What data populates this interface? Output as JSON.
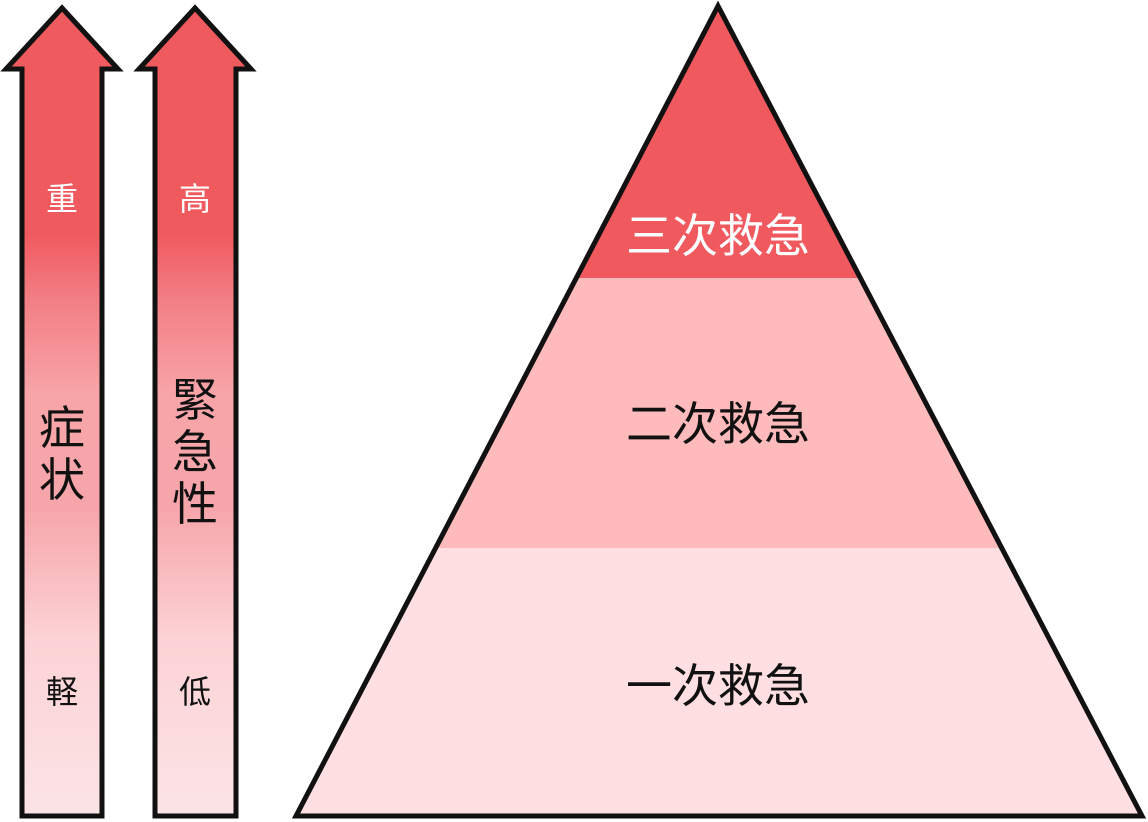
{
  "arrows": [
    {
      "top_label": "重",
      "middle_label": [
        "症",
        "状"
      ],
      "bottom_label": "軽"
    },
    {
      "top_label": "高",
      "middle_label": [
        "緊",
        "急",
        "性"
      ],
      "bottom_label": "低"
    }
  ],
  "pyramid": {
    "levels": [
      {
        "label": "三次救急"
      },
      {
        "label": "二次救急"
      },
      {
        "label": "一次救急"
      }
    ]
  },
  "colors": {
    "arrow_dark": "#ef5a5f",
    "arrow_light": "#fbe4e6",
    "level_top": "#f05a5f",
    "level_middle": "#ffbabb",
    "level_bottom": "#ffdfe1",
    "text_on_dark": "#ffffff",
    "text_on_light": "#111111",
    "outline": "#111111"
  }
}
